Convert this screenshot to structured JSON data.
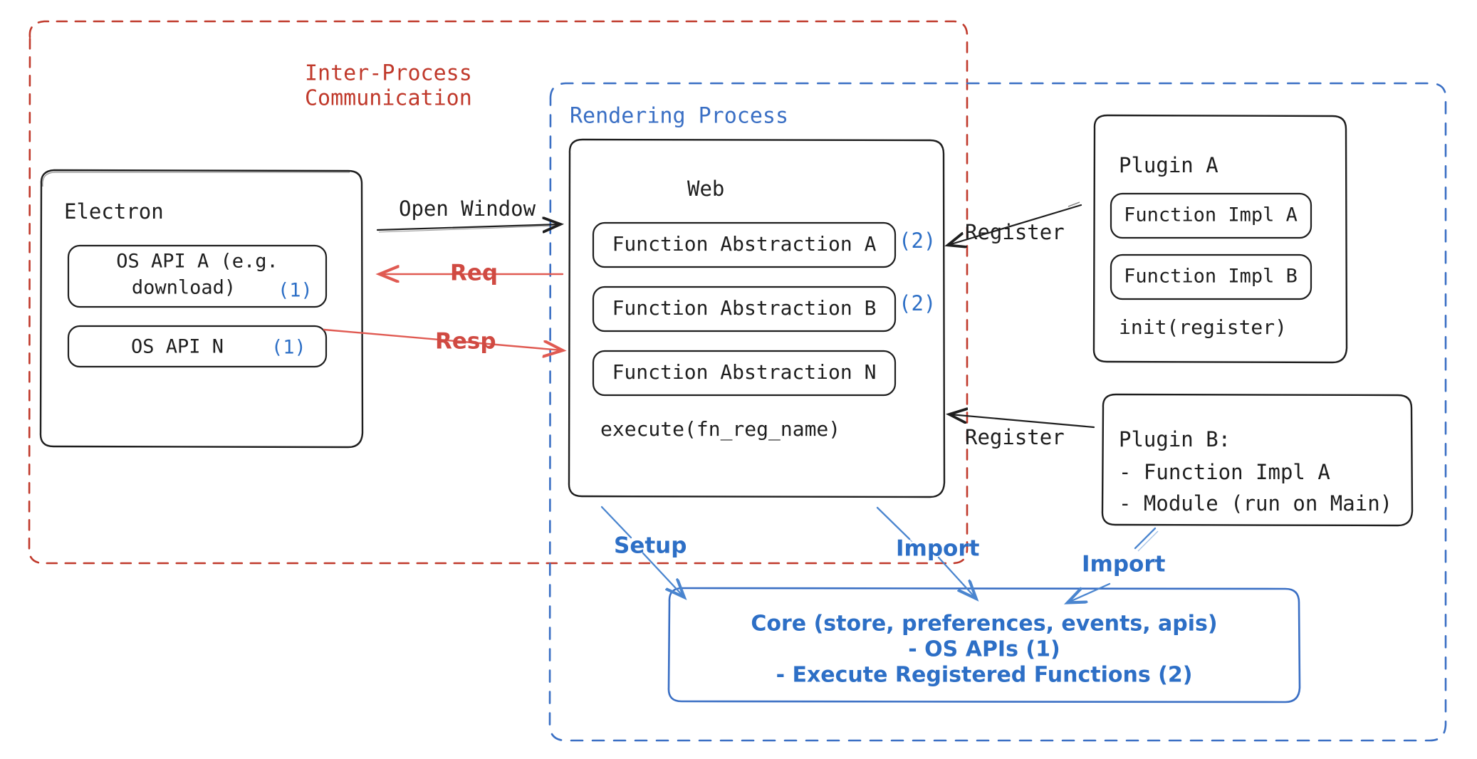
{
  "colors": {
    "ink": "#1e1e1e",
    "red": "#c0392b",
    "red_arrow": "#e05a52",
    "blue": "#3a6fc4",
    "blue_light": "#4a85cf",
    "white": "#ffffff"
  },
  "groups": {
    "ipc": {
      "label_line1": "Inter-Process",
      "label_line2": "Communication",
      "border_style": "dashed",
      "border_color": "#c0392b"
    },
    "rendering_process": {
      "label": "Rendering Process",
      "border_style": "dashed",
      "border_color": "#3a6fc4"
    }
  },
  "electron": {
    "title": "Electron",
    "apis": [
      {
        "label_line1": "OS API A (e.g.",
        "label_line2": "download)",
        "marker": "(1)"
      },
      {
        "label_line1": "OS API N",
        "label_line2": "",
        "marker": "(1)"
      }
    ]
  },
  "web": {
    "title": "Web",
    "abstractions": [
      {
        "label": "Function Abstraction A",
        "marker": "(2)"
      },
      {
        "label": "Function Abstraction B",
        "marker": "(2)"
      },
      {
        "label": "Function Abstraction N",
        "marker": ""
      }
    ],
    "footer": "execute(fn_reg_name)"
  },
  "plugin_a": {
    "title": "Plugin A",
    "items": [
      "Function Impl A",
      "Function Impl B"
    ],
    "footer": "init(register)"
  },
  "plugin_b": {
    "title": "Plugin B:",
    "lines": [
      "- Function Impl A",
      "- Module (run on Main)"
    ]
  },
  "core": {
    "line1": "Core (store, preferences, events, apis)",
    "line2": "- OS APIs (1)",
    "line3": "- Execute Registered Functions (2)"
  },
  "arrows": {
    "open_window": "Open Window",
    "req": "Req",
    "resp": "Resp",
    "register_a": "Register",
    "register_b": "Register",
    "setup": "Setup",
    "import_web": "Import",
    "import_plugin_b": "Import"
  }
}
